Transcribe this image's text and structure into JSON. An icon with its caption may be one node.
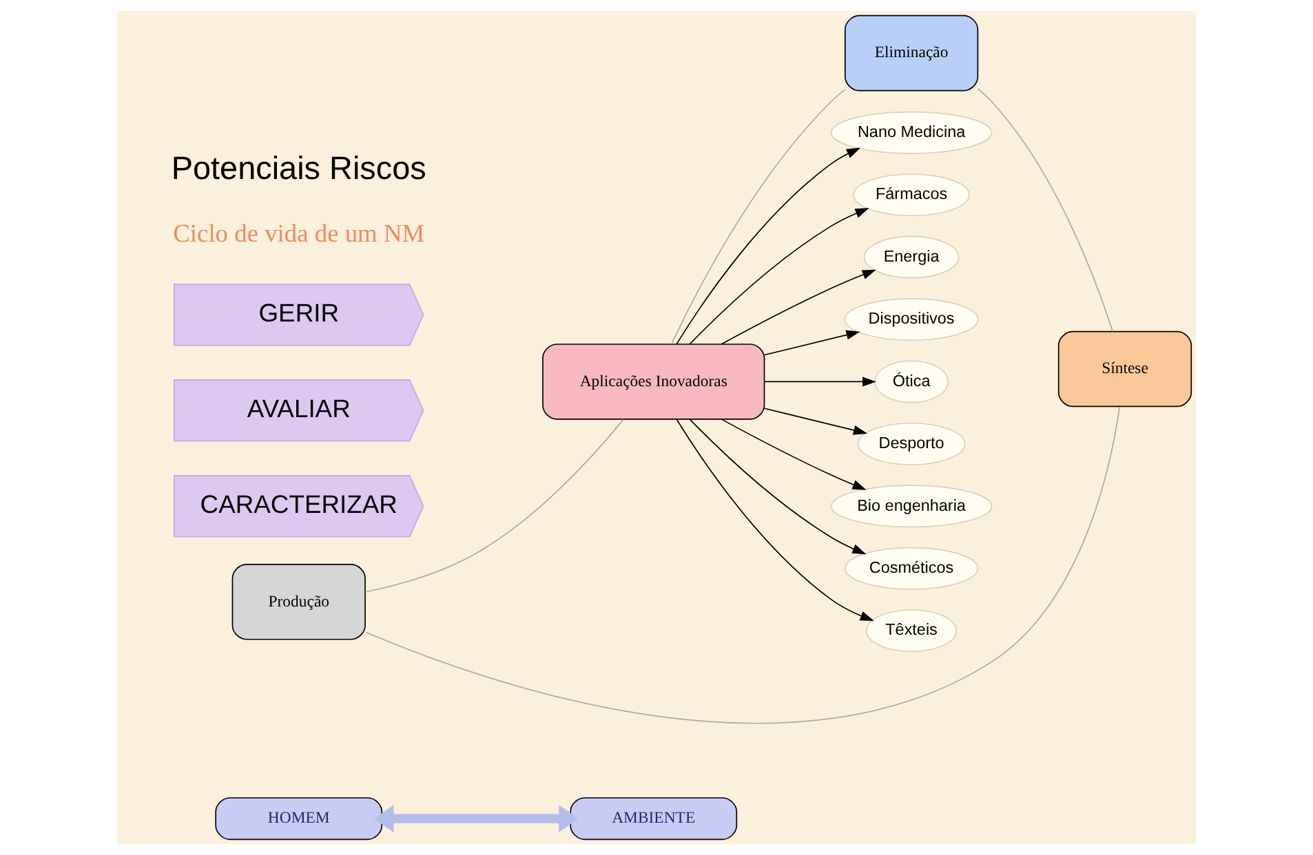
{
  "diagram": {
    "nodes": [
      {
        "text": [
          "HOMEM"
        ]
      },
      {
        "text": [
          "AMBIENTE"
        ]
      },
      {
        "text": [
          "Produção"
        ]
      },
      {
        "text": [
          "Síntese"
        ]
      },
      {
        "text": [
          "Aplicações Inovadoras"
        ]
      },
      {
        "text": [
          "Eliminação"
        ]
      },
      {
        "text": [
          "Nano Medicina"
        ]
      },
      {
        "text": [
          "Fármacos"
        ]
      },
      {
        "text": [
          "Energia"
        ]
      },
      {
        "text": [
          "Dispositivos"
        ]
      },
      {
        "text": [
          "Ótica"
        ]
      },
      {
        "text": [
          "Desporto"
        ]
      },
      {
        "text": [
          "Bio engenharia"
        ]
      },
      {
        "text": [
          "Cosméticos"
        ]
      },
      {
        "text": [
          "Têxteis"
        ]
      },
      {
        "text": [
          "CARACTERIZAR"
        ]
      },
      {
        "text": [
          "AVALIAR"
        ]
      },
      {
        "text": [
          "GERIR"
        ]
      }
    ],
    "edges": [
      {
        "from": 0,
        "to": 1,
        "arrow": "both",
        "style": "thick",
        "color": "#b4bcec"
      },
      {
        "from": 2,
        "to": 4,
        "arrow": "none",
        "color": "#a8a8a8"
      },
      {
        "from": 4,
        "to": 5,
        "arrow": "none",
        "color": "#a8a8a8"
      },
      {
        "from": 5,
        "to": 3,
        "arrow": "none",
        "color": "#a8a8a8"
      },
      {
        "from": 3,
        "to": 2,
        "arrow": "none",
        "color": "#a8a8a8"
      },
      {
        "from": 4,
        "to": 6,
        "arrow": "to"
      },
      {
        "from": 4,
        "to": 7,
        "arrow": "to"
      },
      {
        "from": 4,
        "to": 8,
        "arrow": "to"
      },
      {
        "from": 4,
        "to": 9,
        "arrow": "to"
      },
      {
        "from": 4,
        "to": 10,
        "arrow": "to"
      },
      {
        "from": 4,
        "to": 11,
        "arrow": "to"
      },
      {
        "from": 4,
        "to": 12,
        "arrow": "to"
      },
      {
        "from": 4,
        "to": 13,
        "arrow": "to"
      },
      {
        "from": 4,
        "to": 14,
        "arrow": "to"
      }
    ],
    "labels": [
      "Ciclo de vida de um NM",
      "Potenciais Riscos"
    ]
  }
}
